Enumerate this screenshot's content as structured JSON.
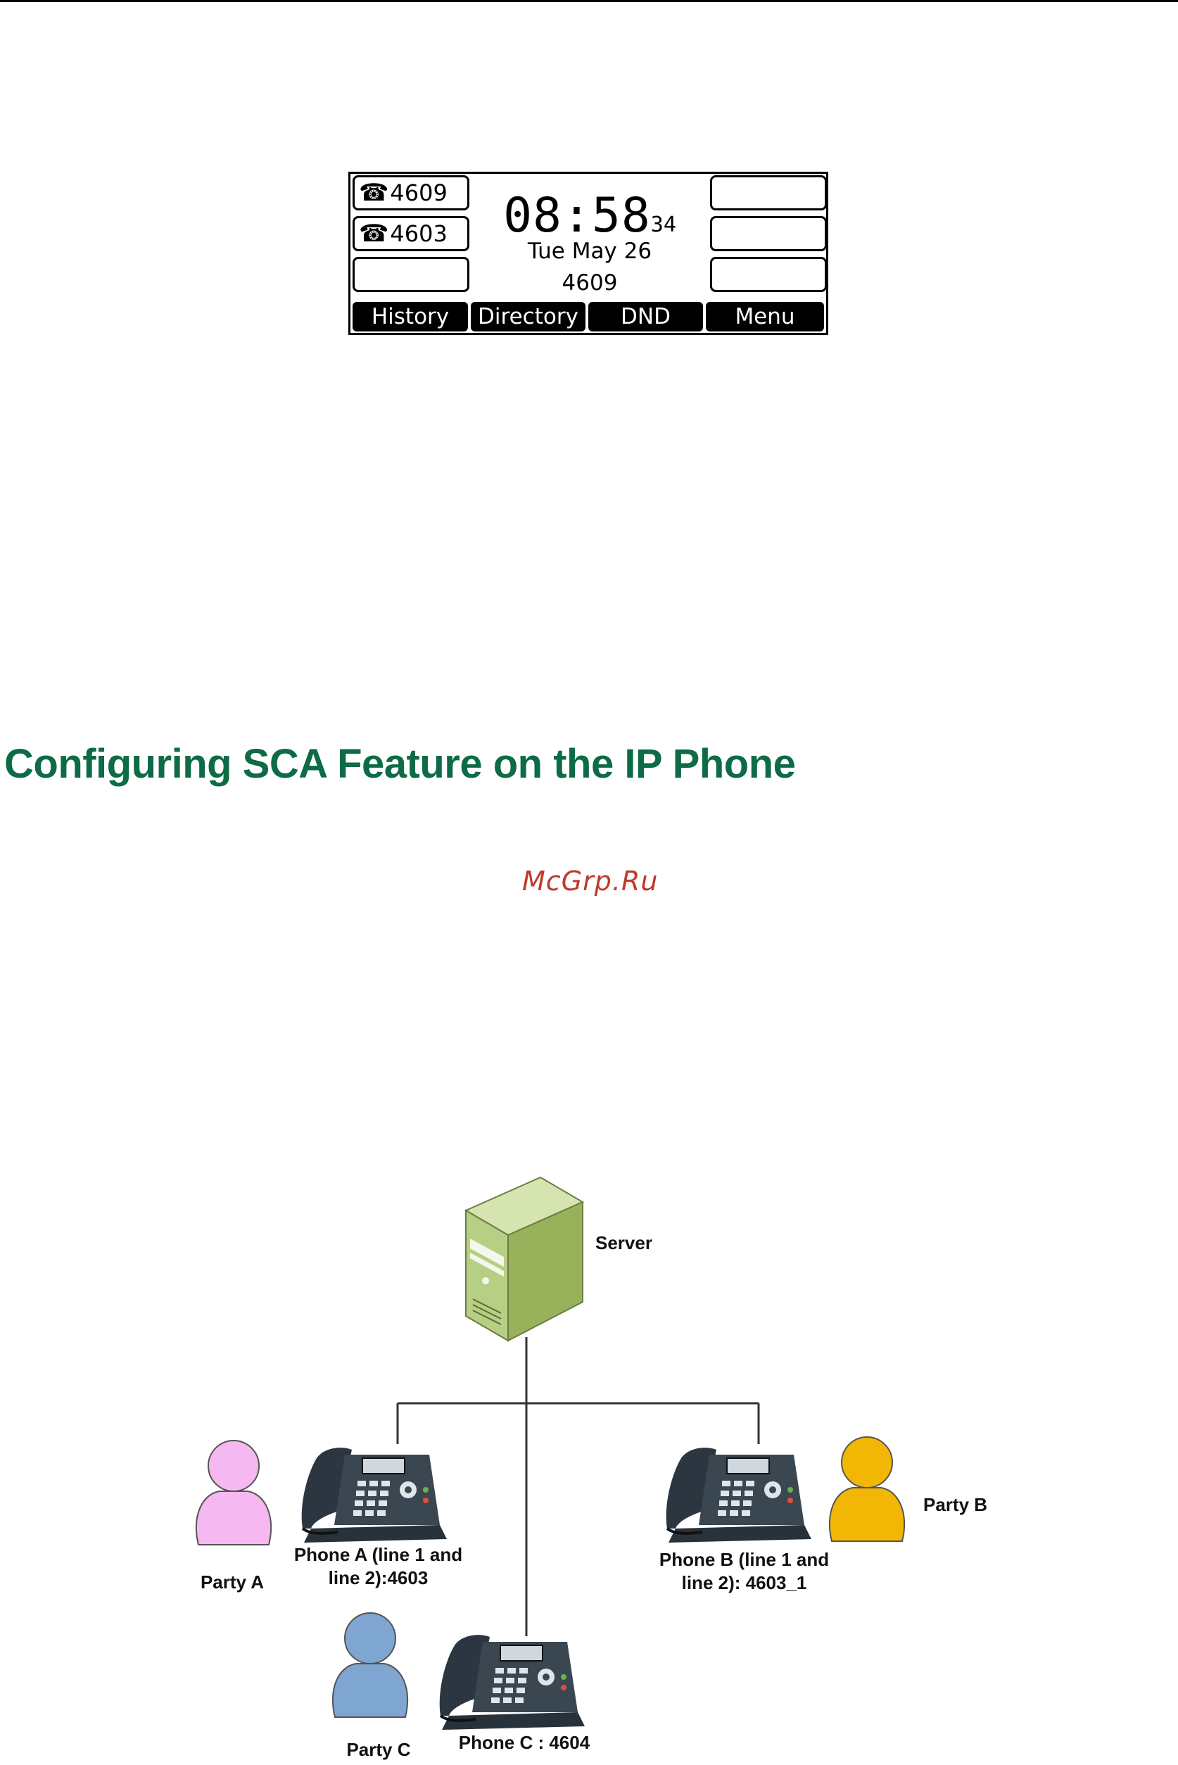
{
  "phone_screen": {
    "line_keys_left": [
      "4609",
      "4603",
      ""
    ],
    "line_keys_right": [
      "",
      "",
      ""
    ],
    "time": "08:58",
    "seconds": "34",
    "date": "Tue May 26",
    "extension": "4609",
    "softkeys": [
      "History",
      "Directory",
      "DND",
      "Menu"
    ]
  },
  "section": {
    "title": "Configuring SCA Feature on the IP Phone"
  },
  "watermark": "McGrp.Ru",
  "diagram": {
    "server_label": "Server",
    "phone_a_label_1": "Phone A (line 1 and",
    "phone_a_label_2": "line 2):4603",
    "phone_b_label_1": "Phone B (line 1 and",
    "phone_b_label_2": "line 2): 4603_1",
    "phone_c_label": "Phone C : 4604",
    "party_a": "Party A",
    "party_b": "Party B",
    "party_c": "Party C",
    "colors": {
      "party_a": "#f5b8f0",
      "party_b": "#f2b705",
      "party_c": "#7ea6d0",
      "server": "#a3bd6a",
      "heading": "#0d6b46"
    }
  }
}
